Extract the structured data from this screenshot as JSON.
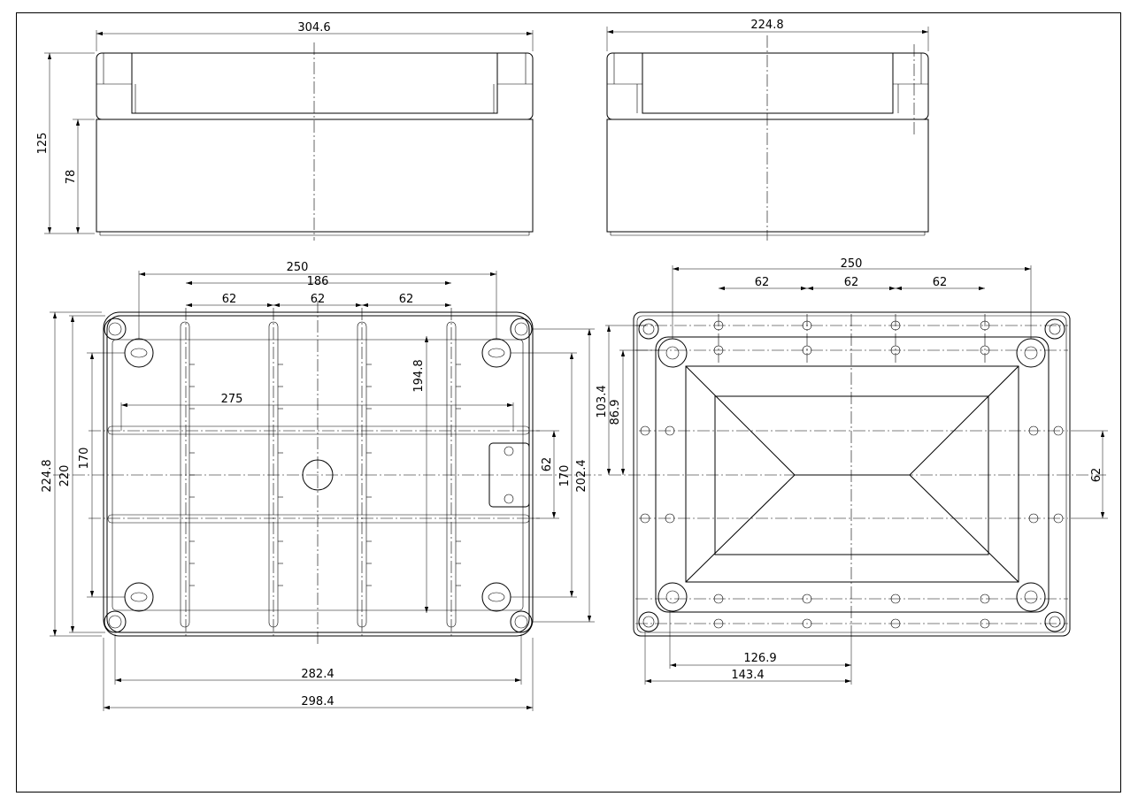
{
  "views": {
    "front_elevation": {
      "width": "304.6",
      "height_total": "125",
      "height_base": "78"
    },
    "side_elevation": {
      "width": "224.8"
    },
    "inside_plan": {
      "hole_span": "250",
      "rib_span": "186",
      "rib_pitch_1": "62",
      "rib_pitch_2": "62",
      "rib_pitch_3": "62",
      "rail_length": "275",
      "rail_height": "194.8",
      "outer_height": "224.8",
      "inner_height": "220",
      "rail_inner": "170",
      "rail_pitch": "62",
      "right_inner": "170",
      "right_outer": "202.4",
      "bottom_inner": "282.4",
      "bottom_outer": "298.4"
    },
    "bottom_plan": {
      "hole_span": "250",
      "pitch_1": "62",
      "pitch_2": "62",
      "pitch_3": "62",
      "left_outer": "103.4",
      "left_inner": "86.9",
      "right_pitch": "62",
      "bottom_inner": "126.9",
      "bottom_outer": "143.4"
    }
  }
}
